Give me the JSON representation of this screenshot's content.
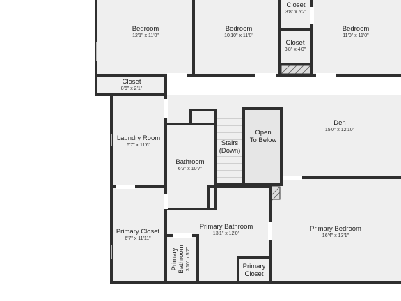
{
  "rooms": {
    "bedroom_left": {
      "name": "Bedroom",
      "dims": "12'1\" x 11'0\""
    },
    "bedroom_center": {
      "name": "Bedroom",
      "dims": "10'10\" x 11'0\""
    },
    "closet_top": {
      "name": "Closet",
      "dims": "3'8\" x 5'2\""
    },
    "closet_mid": {
      "name": "Closet",
      "dims": "3'8\" x 4'0\""
    },
    "bedroom_right": {
      "name": "Bedroom",
      "dims": "11'0\" x 11'0\""
    },
    "closet_hall": {
      "name": "Closet",
      "dims": "8'6\" x 2'1\""
    },
    "laundry": {
      "name": "Laundry Room",
      "dims": "6'7\" x 11'6\""
    },
    "bathroom": {
      "name": "Bathroom",
      "dims": "6'2\" x 10'7\""
    },
    "stairs": {
      "line1": "Stairs",
      "line2": "(Down)"
    },
    "open_below": {
      "line1": "Open",
      "line2": "To Below"
    },
    "den": {
      "name": "Den",
      "dims": "15'0\" x 12'10\""
    },
    "primary_closet": {
      "name": "Primary Closet",
      "dims": "6'7\" x 11'11\""
    },
    "primary_bath": {
      "name": "Primary Bathroom",
      "dims": "13'1\" x 12'0\""
    },
    "primary_bed": {
      "name": "Primary Bedroom",
      "dims": "16'4\" x 13'1\""
    },
    "primary_bath_small": {
      "line1": "Primary",
      "line2": "Bathroom",
      "dims": "3'10\" x 5'7\""
    },
    "primary_closet_small": {
      "line1": "Primary",
      "line2": "Closet"
    }
  }
}
